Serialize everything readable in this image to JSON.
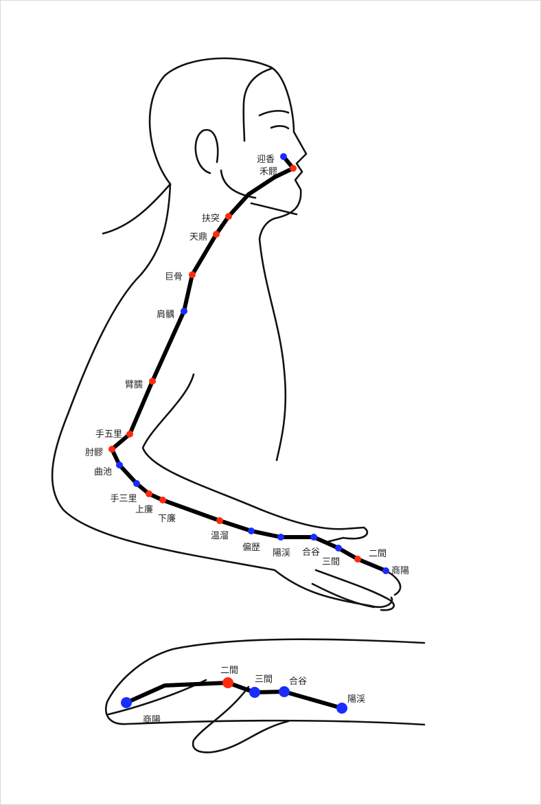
{
  "colors": {
    "yin_point": "#1a2cff",
    "red_point": "#ff2a10",
    "line": "#000000"
  },
  "arm_points": [
    {
      "label": "迎香",
      "color": "blue"
    },
    {
      "label": "禾髎",
      "color": "red"
    },
    {
      "label": "扶突",
      "color": "red"
    },
    {
      "label": "天鼎",
      "color": "red"
    },
    {
      "label": "巨骨",
      "color": "red"
    },
    {
      "label": "肩髃",
      "color": "blue"
    },
    {
      "label": "臂臑",
      "color": "red"
    },
    {
      "label": "手五里",
      "color": "red"
    },
    {
      "label": "肘髎",
      "color": "red"
    },
    {
      "label": "曲池",
      "color": "blue"
    },
    {
      "label": "手三里",
      "color": "blue"
    },
    {
      "label": "上廉",
      "color": "red"
    },
    {
      "label": "下廉",
      "color": "red"
    },
    {
      "label": "温溜",
      "color": "red"
    },
    {
      "label": "偏歴",
      "color": "blue"
    },
    {
      "label": "陽渓",
      "color": "blue"
    },
    {
      "label": "合谷",
      "color": "blue"
    },
    {
      "label": "三間",
      "color": "blue"
    },
    {
      "label": "二間",
      "color": "red"
    },
    {
      "label": "商陽",
      "color": "blue"
    }
  ],
  "hand_points": [
    {
      "label": "商陽",
      "color": "blue"
    },
    {
      "label": "二間",
      "color": "red"
    },
    {
      "label": "三間",
      "color": "blue"
    },
    {
      "label": "合谷",
      "color": "blue"
    },
    {
      "label": "陽渓",
      "color": "blue"
    }
  ]
}
